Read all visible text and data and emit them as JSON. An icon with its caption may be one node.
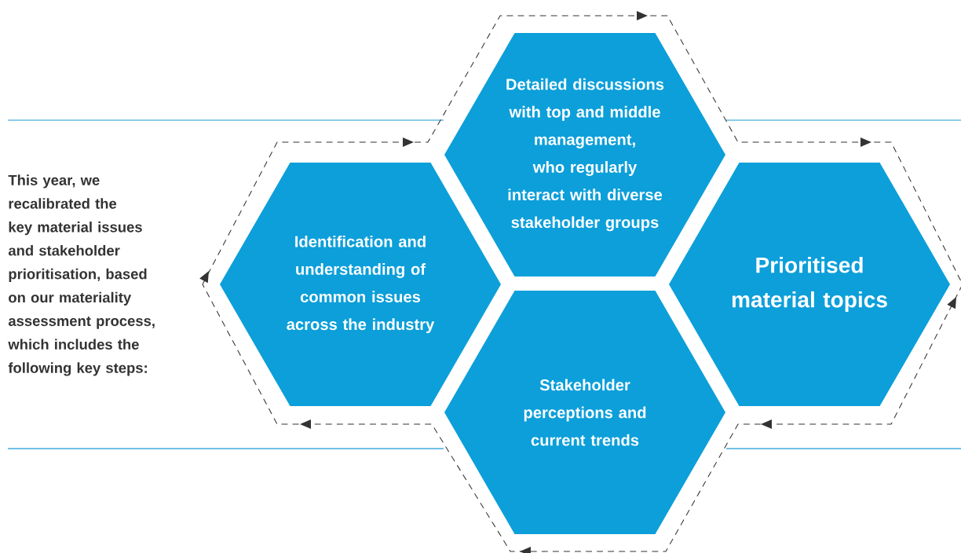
{
  "diagram": {
    "nodes": [
      {
        "text": [
          "Identification and understanding of common issues across the industry"
        ]
      },
      {
        "text": [
          "Detailed discussions with top and middle management, who regularly interact with diverse stakeholder groups"
        ]
      },
      {
        "text": [
          "Stakeholder perceptions and current trends"
        ]
      },
      {
        "text": [
          "Prioritised material topics"
        ]
      }
    ],
    "labels": [
      "This year, we recalibrated the key material issues and stakeholder prioritisation, based on our materiality assessment process, which includes the following key steps:"
    ]
  }
}
